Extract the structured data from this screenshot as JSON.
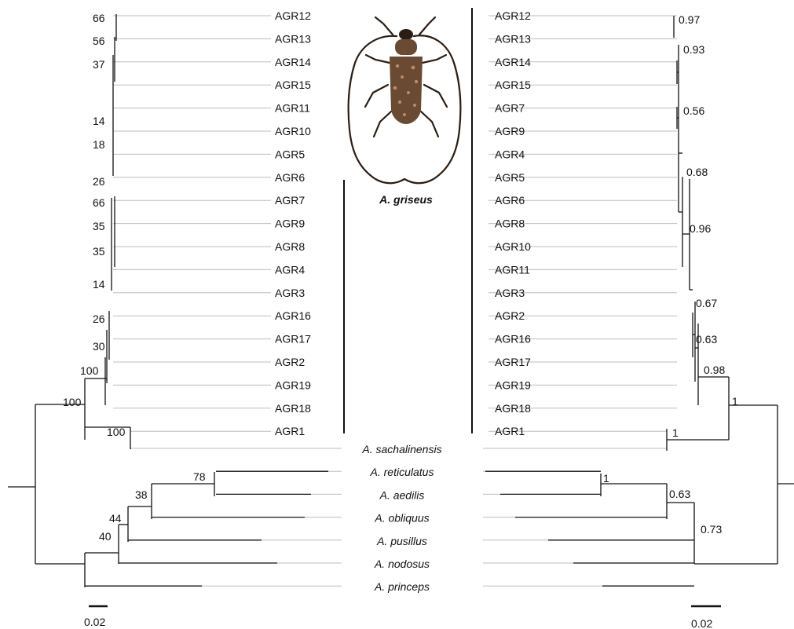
{
  "colors": {
    "branch": "#111111",
    "leader": "#bdbdbd",
    "beetle_body": "#6b4a34",
    "beetle_spot": "#b98a6a",
    "beetle_dark": "#2a1d14"
  },
  "caption": "A. griseus",
  "species_labels": [
    "A. sachalinensis",
    "A. reticulatus",
    "A. aedilis",
    "A. obliquus",
    "A. pusillus",
    "A. nodosus",
    "A. princeps"
  ],
  "left_tree": {
    "taxa": [
      "AGR12",
      "AGR13",
      "AGR14",
      "AGR15",
      "AGR11",
      "AGR10",
      "AGR5",
      "AGR6",
      "AGR7",
      "AGR9",
      "AGR8",
      "AGR4",
      "AGR3",
      "AGR16",
      "AGR17",
      "AGR2",
      "AGR19",
      "AGR18",
      "AGR1"
    ],
    "support_values": [
      "66",
      "56",
      "37",
      "14",
      "18",
      "26",
      "66",
      "35",
      "35",
      "14",
      "26",
      "30",
      "100",
      "100",
      "100",
      "78",
      "38",
      "44",
      "40"
    ],
    "scale_bar": "0.02"
  },
  "right_tree": {
    "taxa": [
      "AGR12",
      "AGR13",
      "AGR14",
      "AGR15",
      "AGR7",
      "AGR9",
      "AGR4",
      "AGR5",
      "AGR6",
      "AGR8",
      "AGR10",
      "AGR11",
      "AGR3",
      "AGR2",
      "AGR16",
      "AGR17",
      "AGR19",
      "AGR18",
      "AGR1"
    ],
    "support_values": [
      "0.97",
      "0.93",
      "0.56",
      "0.68",
      "0.96",
      "0.67",
      "0.63",
      "0.98",
      "1",
      "1",
      "1",
      "0.63",
      "0.73"
    ],
    "scale_bar": "0.02"
  }
}
